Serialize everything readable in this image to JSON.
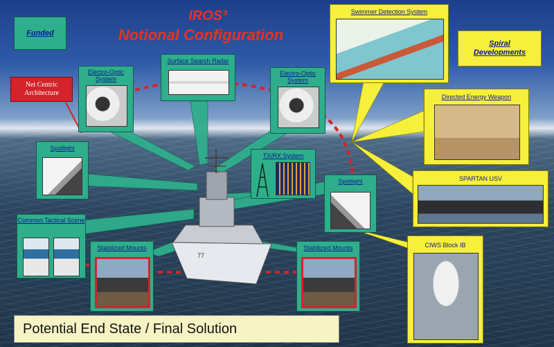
{
  "title": {
    "line1": "IROS³",
    "line2": "Notional Configuration"
  },
  "funded_label": "Funded",
  "spiral_label": "Spiral Developments",
  "net_centric_label": "Net Centric Architecture",
  "footer_text": "Potential End State / Final Solution",
  "funded_items": {
    "eo_left": "Electro-Optic System",
    "surface_radar": "Surface Search Radar",
    "eo_right": "Electro-Optic System",
    "spotlight_left": "Spotlight",
    "txrx": "TX/RX System",
    "spotlight_right": "Spotlight",
    "common_tactical": "Common Tactical Scene",
    "mounts_left": "Stabilized Mounts",
    "mounts_right": "Stabilized Mounts"
  },
  "spiral_items": {
    "swimmer": "Swimmer Detection System",
    "directed_energy": "Directed Energy Weapon",
    "spartan": "SPARTAN USV",
    "ciws": "CIWS Block IB"
  },
  "colors": {
    "funded_green": "#2fae8c",
    "spiral_yellow": "#f6ef3c",
    "title_red": "#e8321f",
    "label_blue": "#0a1a8a"
  }
}
